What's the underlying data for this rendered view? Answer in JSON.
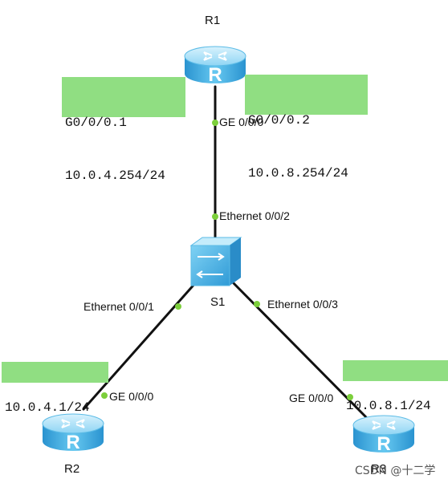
{
  "devices": {
    "r1": {
      "name": "R1",
      "icon_letter": "R",
      "icon": "router-icon"
    },
    "r2": {
      "name": "R2",
      "icon_letter": "R",
      "icon": "router-icon"
    },
    "r3": {
      "name": "R3",
      "icon_letter": "R",
      "icon": "router-icon"
    },
    "s1": {
      "name": "S1",
      "icon": "switch-icon"
    }
  },
  "ports": {
    "r1_ge": "GE 0/0/0",
    "s1_e2": "Ethernet 0/0/2",
    "s1_e1": "Ethernet 0/0/1",
    "s1_e3": "Ethernet 0/0/3",
    "r2_ge": "GE 0/0/0",
    "r3_ge": "GE 0/0/0"
  },
  "addresses": {
    "r1_sub1": {
      "iface": "G0/0/0.1",
      "ip": "10.0.4.254/24"
    },
    "r1_sub2": {
      "iface": "G0/0/0.2",
      "ip": "10.0.8.254/24"
    },
    "r2": "10.0.4.1/24",
    "r3": "10.0.8.1/24"
  },
  "watermark": "CSDN @十二学",
  "colors": {
    "label_bg": "#90de82",
    "port_dot": "#7ccf3b",
    "link": "#111111",
    "router_body": "#4fb8e8"
  }
}
